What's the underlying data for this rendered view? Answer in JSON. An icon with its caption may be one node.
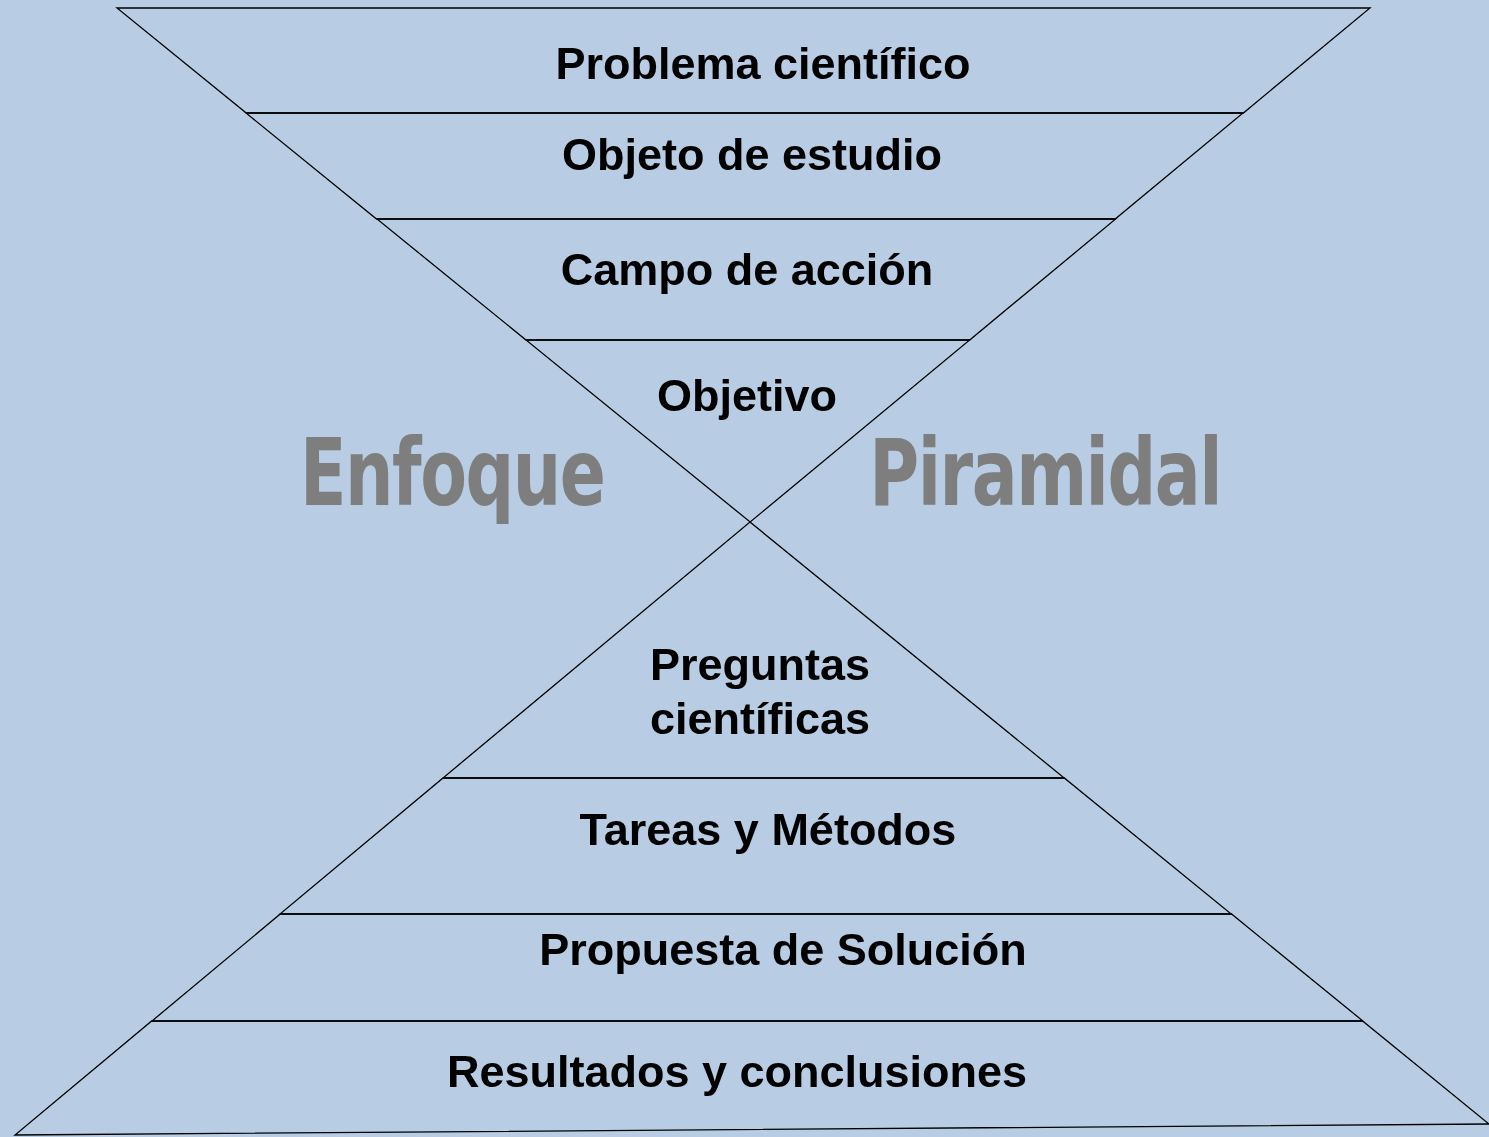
{
  "diagram": {
    "title": "Enfoque Piramidal",
    "nodes": [
      {
        "text": [
          "Problema científico"
        ]
      },
      {
        "text": [
          "Objeto de estudio"
        ]
      },
      {
        "text": [
          "Campo de acción"
        ]
      },
      {
        "text": [
          "Objetivo"
        ]
      },
      {
        "text": [
          "Preguntas científicas"
        ]
      },
      {
        "text": [
          "Tareas y Métodos"
        ]
      },
      {
        "text": [
          "Propuesta de Solución"
        ]
      },
      {
        "text": [
          "Resultados  y conclusiones"
        ]
      }
    ],
    "edges": []
  }
}
